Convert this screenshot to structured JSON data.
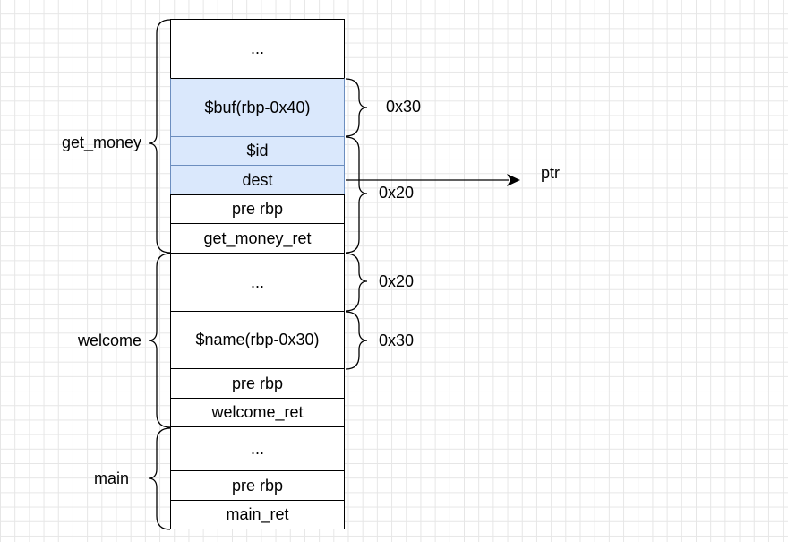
{
  "stack": {
    "cells": [
      {
        "label": "...",
        "highlight": false
      },
      {
        "label": "$buf(rbp-0x40)",
        "highlight": true
      },
      {
        "label": "$id",
        "highlight": true
      },
      {
        "label": "dest",
        "highlight": true
      },
      {
        "label": "pre rbp",
        "highlight": false
      },
      {
        "label": "get_money_ret",
        "highlight": false
      },
      {
        "label": "...",
        "highlight": false
      },
      {
        "label": "$name(rbp-0x30)",
        "highlight": false
      },
      {
        "label": "pre rbp",
        "highlight": false
      },
      {
        "label": "welcome_ret",
        "highlight": false
      },
      {
        "label": "...",
        "highlight": false
      },
      {
        "label": "pre rbp",
        "highlight": false
      },
      {
        "label": "main_ret",
        "highlight": false
      }
    ]
  },
  "frames": {
    "get_money": "get_money",
    "welcome": "welcome",
    "main": "main"
  },
  "sizes": {
    "buf": "0x30",
    "get_money_rest": "0x20",
    "welcome_pad": "0x20",
    "name": "0x30"
  },
  "pointer": {
    "label": "ptr"
  },
  "colors": {
    "highlight_fill": "#dae8fc",
    "highlight_border": "#6c8ebf",
    "line": "#000000"
  }
}
